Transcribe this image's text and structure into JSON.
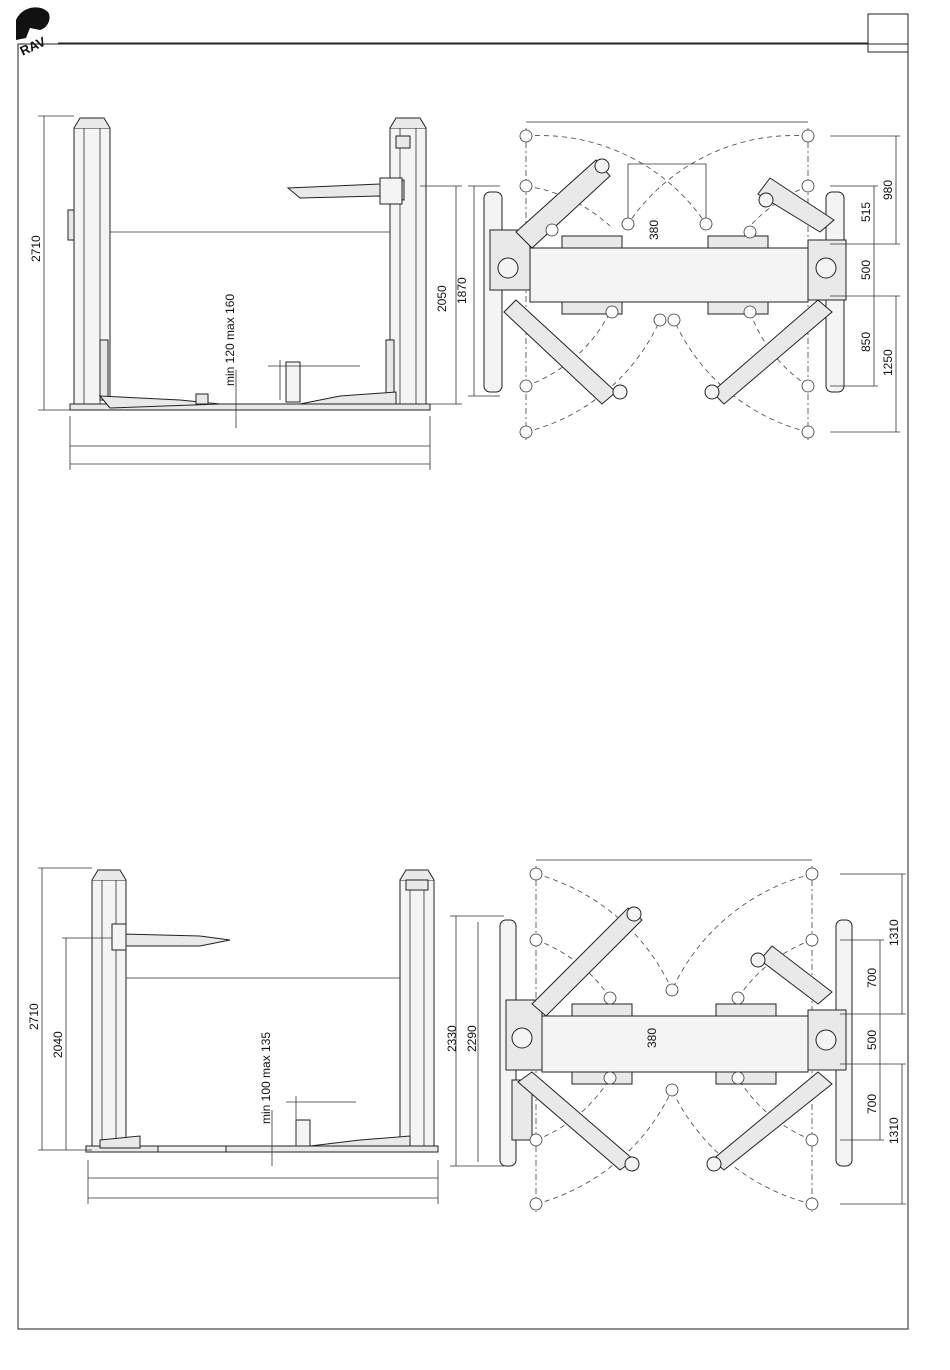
{
  "logo": {
    "text": "RAV"
  },
  "top": {
    "side": {
      "total_height": "2710",
      "lift_label": "min 120 max 160"
    },
    "plan": {
      "spread_top": "380",
      "h1870": "1870",
      "h2050": "2050",
      "r980": "980",
      "r515": "515",
      "r500": "500",
      "r850": "850",
      "r1250": "1250"
    }
  },
  "bottom": {
    "side": {
      "total_height": "2710",
      "column_height": "2040",
      "lift_label": "min 100 max 135"
    },
    "plan": {
      "spread": "380",
      "h2330": "2330",
      "h2290": "2290",
      "r1310a": "1310",
      "r700a": "700",
      "r500": "500",
      "r700b": "700",
      "r1310b": "1310"
    }
  }
}
